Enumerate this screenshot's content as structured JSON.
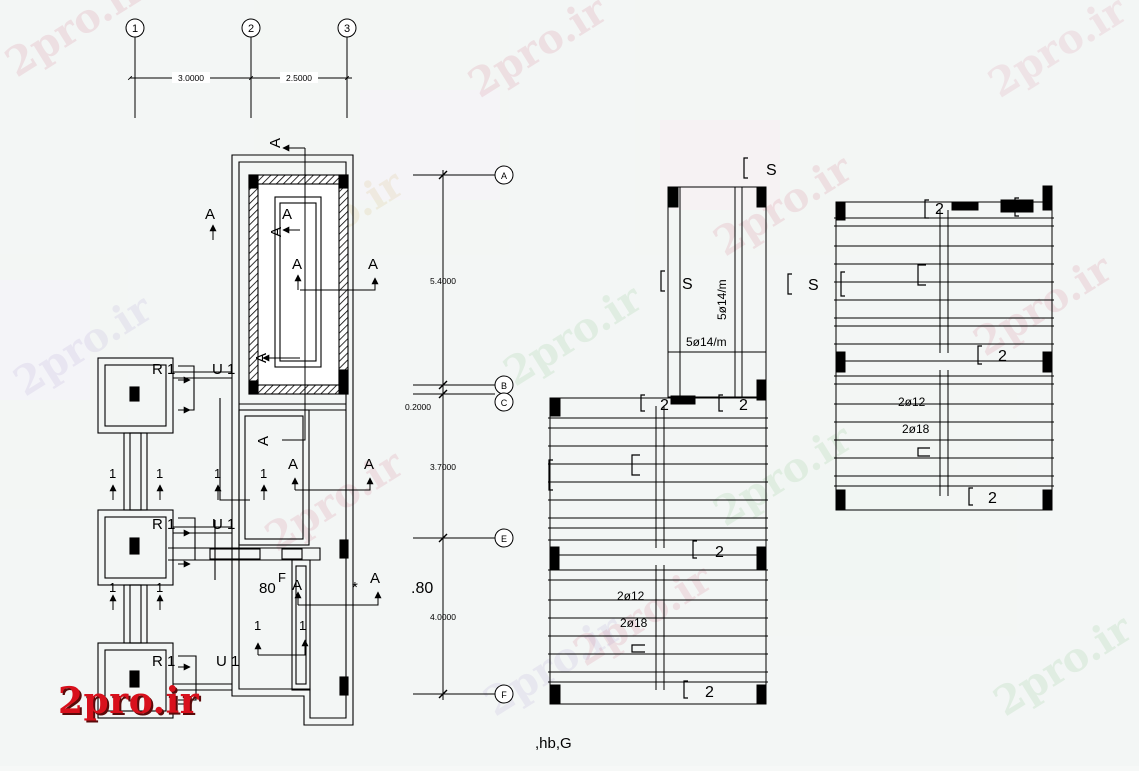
{
  "grid_bubbles_top": [
    "1",
    "2",
    "3"
  ],
  "grid_bubbles_right": [
    "A",
    "B",
    "C",
    "E",
    "F"
  ],
  "dims_top": [
    "3.0000",
    "2.5000"
  ],
  "dims_right": [
    "5.4000",
    "0.2000",
    "3.7000",
    "4.0000"
  ],
  "plan_labels": {
    "A": "A",
    "one": "1",
    "r1": "R  1",
    "u1": "U  1",
    "eighty": "80",
    "dot80": ".80",
    "star": "*",
    "f": "F"
  },
  "slab_labels": {
    "s": "S",
    "two": "2",
    "rebar_5phi14_m": "5ø14/m",
    "rebar_2phi12": "2ø12",
    "rebar_2phi18": "2ø18"
  },
  "footer_text": ",hb,G",
  "watermark_text": "2pro.ir",
  "logo_text": "2pro.ir"
}
